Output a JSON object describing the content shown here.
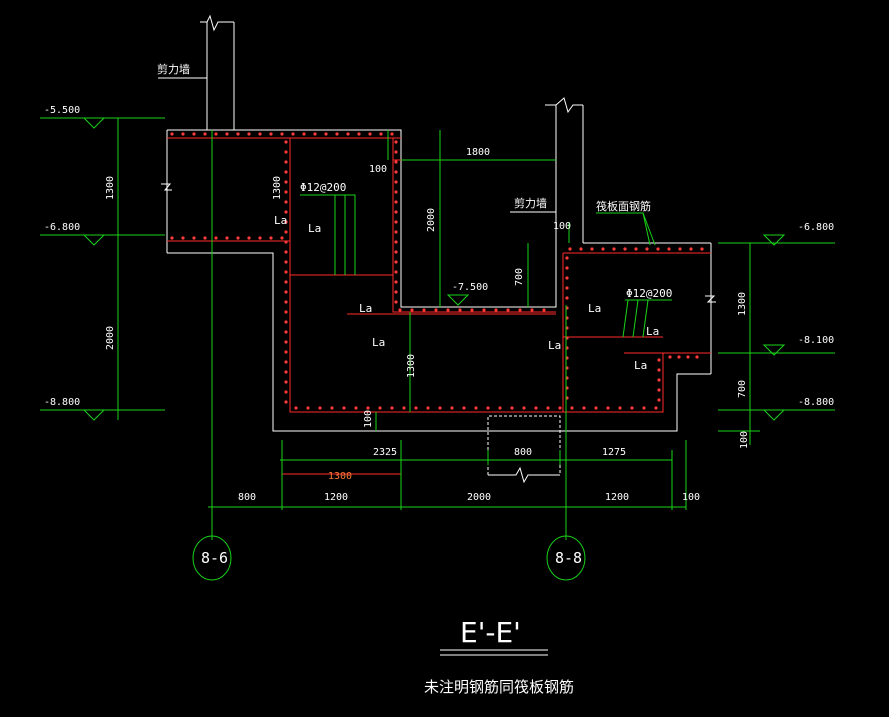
{
  "title": "E'-E'",
  "note": "未注明钢筋同筏板钢筋",
  "axes": [
    "8-6",
    "8-8"
  ],
  "elevations": {
    "left": [
      "-5.500",
      "-6.800",
      "-8.800"
    ],
    "right": [
      "-6.800",
      "-8.100",
      "-8.800"
    ],
    "middle": "-7.500"
  },
  "labels": {
    "shear_wall_left": "剪力墙",
    "shear_wall_right": "剪力墙",
    "raft_rebar": "筏板面钢筋",
    "rebar_left": "Φ12@200",
    "rebar_right": "Φ12@200",
    "la": "La"
  },
  "dims": {
    "left_1300": "1300",
    "left_2000": "2000",
    "inner_1300a": "1300",
    "inner_1300b": "1300",
    "d100_a": "100",
    "d1800": "1800",
    "d2000_mid": "2000",
    "d700_mid": "700",
    "d100_b": "100",
    "d100_c": "100",
    "right_1300": "1300",
    "right_700": "700",
    "right_100": "100",
    "bot_2325": "2325",
    "bot_800": "800",
    "bot_1275": "1275",
    "bot_1300_red": "1300",
    "b800": "800",
    "b1200a": "1200",
    "b2000": "2000",
    "b1200b": "1200",
    "b100": "100"
  }
}
